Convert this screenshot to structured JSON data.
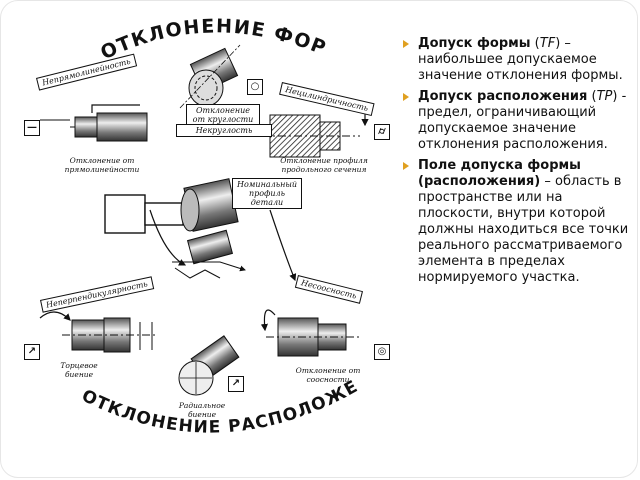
{
  "figure": {
    "title_top": "ОТКЛОНЕНИЕ ФОРМЫ",
    "title_bottom": "ОТКЛОНЕНИЕ РАСПОЛОЖЕНИЯ",
    "labels": {
      "nepryamolineynost": "Непрямолинейность",
      "otklonenie_ot_kruglosti": "Отклонение от круглости",
      "nekruglost": "Некруглость",
      "necilindrichnost": "Нецилиндричность",
      "nominalny_profil": "Номинальный профиль детали",
      "neperpendikulyarnost": "Неперпендикулярность",
      "nesoosnost": "Несоосность"
    },
    "captions": {
      "pryamolineynost": "Отклонение от прямолинейности",
      "profil_sechenie": "Отклонение профиля продольного сечения",
      "tortsevoe": "Торцевое биение",
      "radialnoe": "Радиальное биение",
      "soosnost": "Отклонение от соосности"
    },
    "symbols": {
      "straightness": "—",
      "roundness": "○",
      "cylindricity": "⌭",
      "runout_left": "↗",
      "runout_bottom": "↗",
      "coaxiality": "◎"
    }
  },
  "bullets": [
    {
      "term": "Допуск формы",
      "open": " (",
      "abbr": "TF",
      "close": ")",
      "text": " – наибольшее допускаемое значение отклонения формы."
    },
    {
      "term": "Допуск расположения",
      "open": " (",
      "abbr": "TP",
      "close": ")",
      "text": " - предел, ограничивающий допускаемое значение отклонения расположения."
    },
    {
      "term": "Поле допуска формы (расположения)",
      "open": "",
      "abbr": "",
      "close": "",
      "text": " – область в пространстве или на плоскости, внутри которой должны находиться все точки реального рассматриваемого элемента в пределах нормируемого участка."
    }
  ],
  "colors": {
    "bullet": "#e0a020",
    "ink": "#111111"
  }
}
